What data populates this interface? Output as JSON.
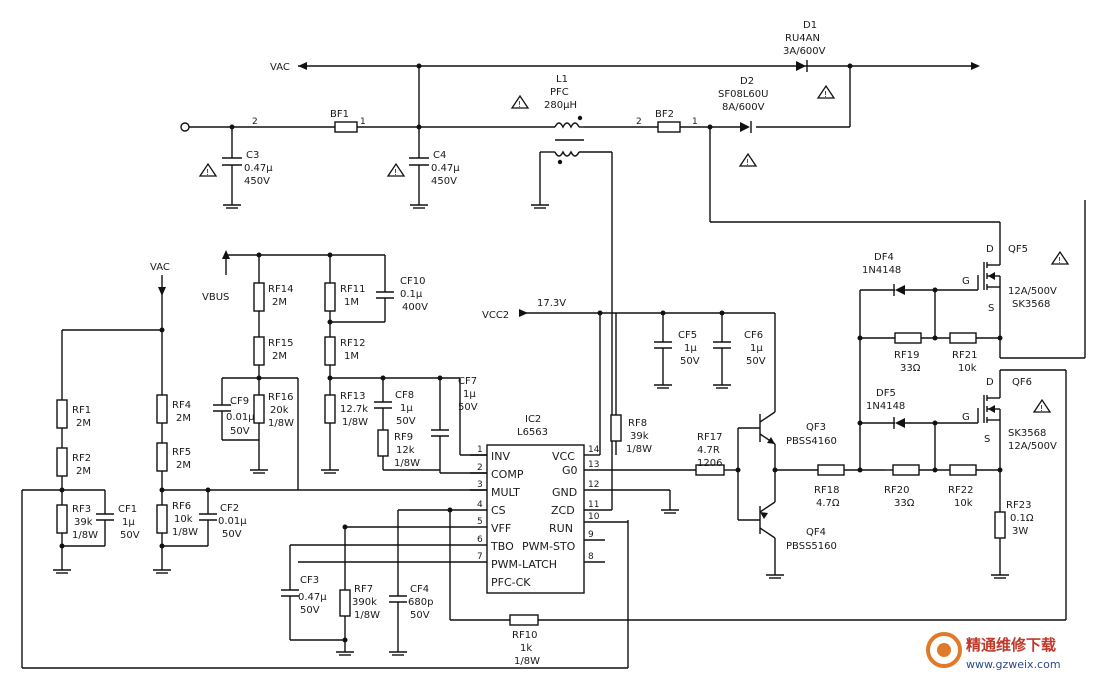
{
  "nets": {
    "vac_top": "VAC",
    "vac_left": "VAC",
    "vbus": "VBUS",
    "vcc2": "VCC2",
    "v17": "17.3V"
  },
  "bf1": {
    "ref": "BF1",
    "p1": "1",
    "p2": "2"
  },
  "bf2": {
    "ref": "BF2",
    "p1": "1",
    "p2": "2"
  },
  "c3": {
    "ref": "C3",
    "v1": "0.47μ",
    "v2": "450V"
  },
  "c4": {
    "ref": "C4",
    "v1": "0.47μ",
    "v2": "450V"
  },
  "l1": {
    "ref": "L1",
    "name": "PFC",
    "val": "280μH"
  },
  "d1": {
    "ref": "D1",
    "part": "RU4AN",
    "rating": "3A/600V"
  },
  "d2": {
    "ref": "D2",
    "part": "SF08L60U",
    "rating": "8A/600V"
  },
  "rf14": {
    "ref": "RF14",
    "val": "2M"
  },
  "rf15": {
    "ref": "RF15",
    "val": "2M"
  },
  "rf16": {
    "ref": "RF16",
    "v1": "20k",
    "v2": "1/8W"
  },
  "cf9": {
    "ref": "CF9",
    "v1": "0.01μ",
    "v2": "50V"
  },
  "rf11": {
    "ref": "RF11",
    "val": "1M"
  },
  "rf12": {
    "ref": "RF12",
    "val": "1M"
  },
  "rf13": {
    "ref": "RF13",
    "v1": "12.7k",
    "v2": "1/8W"
  },
  "cf10": {
    "ref": "CF10",
    "v1": "0.1μ",
    "v2": "400V"
  },
  "cf8": {
    "ref": "CF8",
    "v1": "1μ",
    "v2": "50V"
  },
  "rf9": {
    "ref": "RF9",
    "v1": "12k",
    "v2": "1/8W"
  },
  "cf7": {
    "ref": "CF7",
    "v1": "1μ",
    "v2": "50V"
  },
  "rf1": {
    "ref": "RF1",
    "val": "2M"
  },
  "rf2": {
    "ref": "RF2",
    "val": "2M"
  },
  "rf3": {
    "ref": "RF3",
    "v1": "39k",
    "v2": "1/8W"
  },
  "cf1": {
    "ref": "CF1",
    "v1": "1μ",
    "v2": "50V"
  },
  "rf4": {
    "ref": "RF4",
    "val": "2M"
  },
  "rf5": {
    "ref": "RF5",
    "val": "2M"
  },
  "rf6": {
    "ref": "RF6",
    "v1": "10k",
    "v2": "1/8W"
  },
  "cf2": {
    "ref": "CF2",
    "v1": "0.01μ",
    "v2": "50V"
  },
  "ic2": {
    "ref": "IC2",
    "part": "L6563",
    "left": [
      {
        "name": "INV",
        "num": "1"
      },
      {
        "name": "COMP",
        "num": "2"
      },
      {
        "name": "MULT",
        "num": "3"
      },
      {
        "name": "CS",
        "num": "4"
      },
      {
        "name": "VFF",
        "num": "5"
      },
      {
        "name": "TBO",
        "num": "6"
      },
      {
        "name": "PWM-LATCH",
        "num": "7"
      }
    ],
    "right": [
      {
        "name": "VCC",
        "num": "14"
      },
      {
        "name": "G0",
        "num": "13"
      },
      {
        "name": "GND",
        "num": "12"
      },
      {
        "name": "ZCD",
        "num": "11"
      },
      {
        "name": "RUN",
        "num": "10"
      },
      {
        "name": "PWM-STO",
        "num": "9"
      }
    ],
    "pin8": "8",
    "pfcck": "PFC-CK"
  },
  "cf3": {
    "ref": "CF3",
    "v1": "0.47μ",
    "v2": "50V"
  },
  "rf7": {
    "ref": "RF7",
    "v1": "390k",
    "v2": "1/8W"
  },
  "cf4": {
    "ref": "CF4",
    "v1": "680p",
    "v2": "50V"
  },
  "rf10": {
    "ref": "RF10",
    "v1": "1k",
    "v2": "1/8W"
  },
  "rf8": {
    "ref": "RF8",
    "v1": "39k",
    "v2": "1/8W"
  },
  "cf5": {
    "ref": "CF5",
    "v1": "1μ",
    "v2": "50V"
  },
  "cf6": {
    "ref": "CF6",
    "v1": "1μ",
    "v2": "50V"
  },
  "rf17": {
    "ref": "RF17",
    "v1": "4.7R",
    "v2": "1206"
  },
  "qf3": {
    "ref": "QF3",
    "part": "PBSS4160"
  },
  "qf4": {
    "ref": "QF4",
    "part": "PBSS5160"
  },
  "rf18": {
    "ref": "RF18",
    "val": "4.7Ω"
  },
  "df4": {
    "ref": "DF4",
    "part": "1N4148"
  },
  "df5": {
    "ref": "DF5",
    "part": "1N4148"
  },
  "rf19": {
    "ref": "RF19",
    "val": "33Ω"
  },
  "rf21": {
    "ref": "RF21",
    "val": "10k"
  },
  "rf20": {
    "ref": "RF20",
    "val": "33Ω"
  },
  "rf22": {
    "ref": "RF22",
    "val": "10k"
  },
  "qf5": {
    "ref": "QF5",
    "rating": "12A/500V",
    "part": "SK3568",
    "d": "D",
    "g": "G",
    "s": "S"
  },
  "qf6": {
    "ref": "QF6",
    "part": "SK3568",
    "rating": "12A/500V",
    "d": "D",
    "g": "G",
    "s": "S"
  },
  "rf23": {
    "ref": "RF23",
    "v1": "0.1Ω",
    "v2": "3W"
  },
  "watermark": {
    "text": "精通维修下载",
    "url": "www.gzweix.com"
  }
}
